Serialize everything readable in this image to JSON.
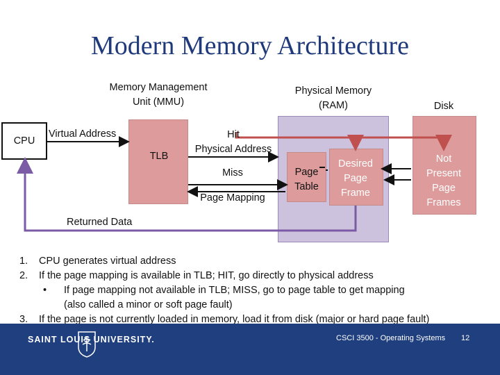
{
  "title": "Modern Memory Architecture",
  "labels": {
    "mmu_line1": "Memory Management",
    "mmu_line2": "Unit (MMU)",
    "ram_line1": "Physical Memory",
    "ram_line2": "(RAM)",
    "disk": "Disk",
    "cpu": "CPU",
    "virtual_address": "Virtual Address",
    "tlb": "TLB",
    "hit": "Hit",
    "physical_address": "Physical Address",
    "miss": "Miss",
    "page_mapping": "Page Mapping",
    "page_table_line1": "Page",
    "page_table_line2": "Table",
    "frame_line1": "Desired",
    "frame_line2": "Page",
    "frame_line3": "Frame",
    "not_present_line1": "Not",
    "not_present_line2": "Present",
    "not_present_line3": "Page",
    "not_present_line4": "Frames",
    "returned_data": "Returned Data"
  },
  "notes": [
    {
      "num": "1.",
      "text": "CPU generates virtual address"
    },
    {
      "num": "2.",
      "text": "If the page mapping is available in TLB; HIT, go directly to physical address"
    },
    {
      "bullet": "•",
      "text": "If page mapping not available in TLB; MISS, go to page table to get mapping"
    },
    {
      "text": "(also called a minor or soft page fault)"
    },
    {
      "num": "3.",
      "text": "If the page is not currently loaded in memory, load it from disk (major or hard page fault)"
    }
  ],
  "footer": {
    "university": "SAINT LOUIS UNIVERSITY.",
    "course": "CSCI 3500 - Operating Systems",
    "page": "12"
  },
  "colors": {
    "title": "#1f3a7a",
    "box_red": "#dd9b9b",
    "box_purple": "#cdc2dd",
    "arrow_purple": "#7b5aa6",
    "arrow_red": "#c0504d",
    "footer": "#1f3f7f"
  }
}
